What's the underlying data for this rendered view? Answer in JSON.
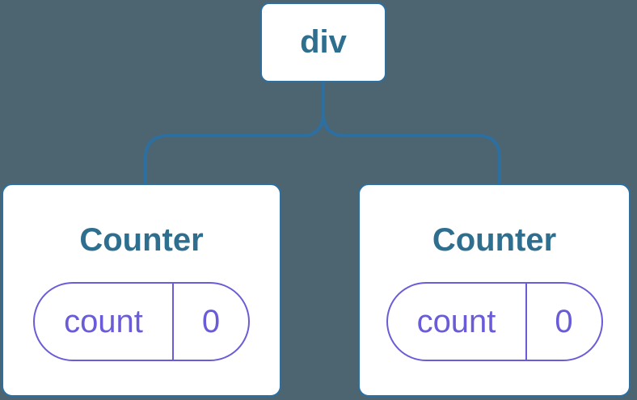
{
  "colors": {
    "background": "#4D6570",
    "tree_accent": "#2D6FA0",
    "node_label_text": "#2E6E8E",
    "state_accent": "#6A5CD8",
    "node_background": "#FFFFFF"
  },
  "tree": {
    "root": {
      "label": "div"
    },
    "children": [
      {
        "label": "Counter",
        "state": {
          "name": "count",
          "value": "0"
        }
      },
      {
        "label": "Counter",
        "state": {
          "name": "count",
          "value": "0"
        }
      }
    ]
  }
}
